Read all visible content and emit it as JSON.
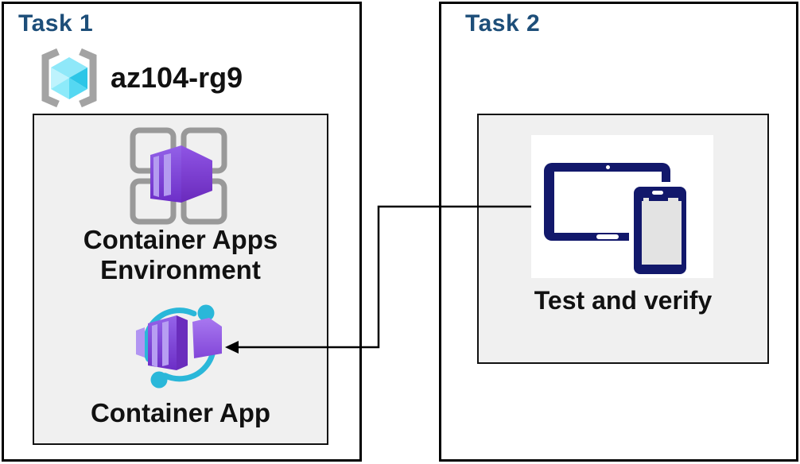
{
  "task1": {
    "title": "Task 1",
    "resource_group": {
      "name": "az104-rg9"
    },
    "environment_label": "Container Apps Environment",
    "container_app_label": "Container App"
  },
  "task2": {
    "title": "Task 2",
    "test_label": "Test and verify"
  },
  "icons": {
    "resource_group": "azure-resource-group-icon",
    "environment": "container-apps-environment-icon",
    "container_app": "container-app-icon",
    "devices": "tablet-and-phone-icon",
    "connector": "arrow-connector"
  },
  "colors": {
    "title_text": "#1d4e79",
    "body_text": "#111111",
    "panel_fill": "#f0f0f0",
    "border": "#000000",
    "device_navy": "#12186b",
    "accent_cyan": "#2ab7d9",
    "cube_cyan": "#55d8f2",
    "purple_front": "#7a3ed2",
    "purple_side": "#6a2dbd",
    "purple_stripe": "#b49cf0",
    "bracket_gray": "#a3a3a3",
    "grid_gray": "#999999"
  }
}
